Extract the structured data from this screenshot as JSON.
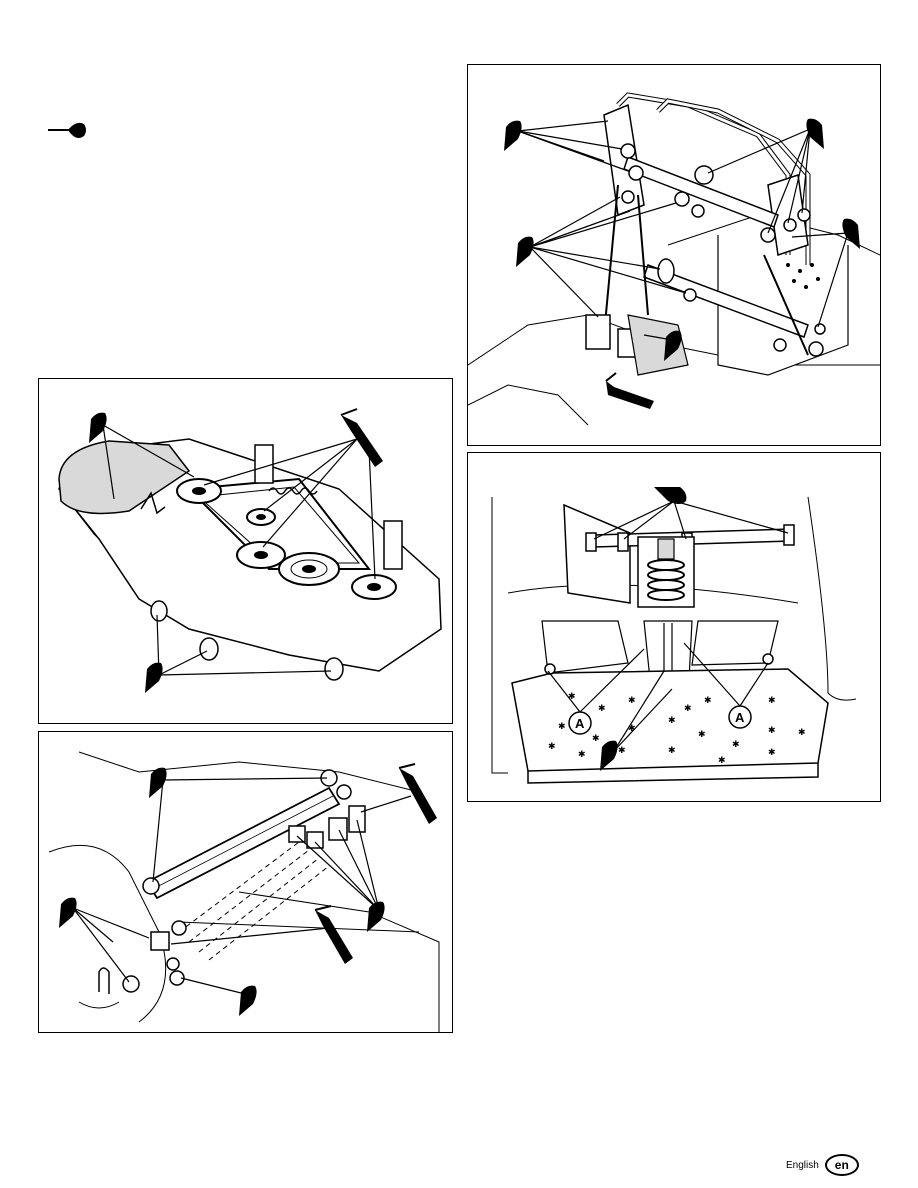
{
  "page": {
    "language_label": "English",
    "language_code": "en"
  },
  "figures": {
    "fig_mower_deck": {
      "name": "Mower deck with spindles, pulleys and gauge wheels"
    },
    "fig_deck_lift": {
      "name": "Deck lift linkage"
    },
    "fig_steering": {
      "name": "Steering linkage and pivot points"
    },
    "fig_seat_suspension": {
      "name": "Seat suspension",
      "callouts": [
        "A",
        "A"
      ]
    }
  },
  "icons": {
    "grease_gun": "grease-gun-icon",
    "oil_can": "oil-can-icon"
  },
  "colors": {
    "ink": "#000000",
    "paper": "#ffffff",
    "fill_gray": "#d9d9d9"
  }
}
